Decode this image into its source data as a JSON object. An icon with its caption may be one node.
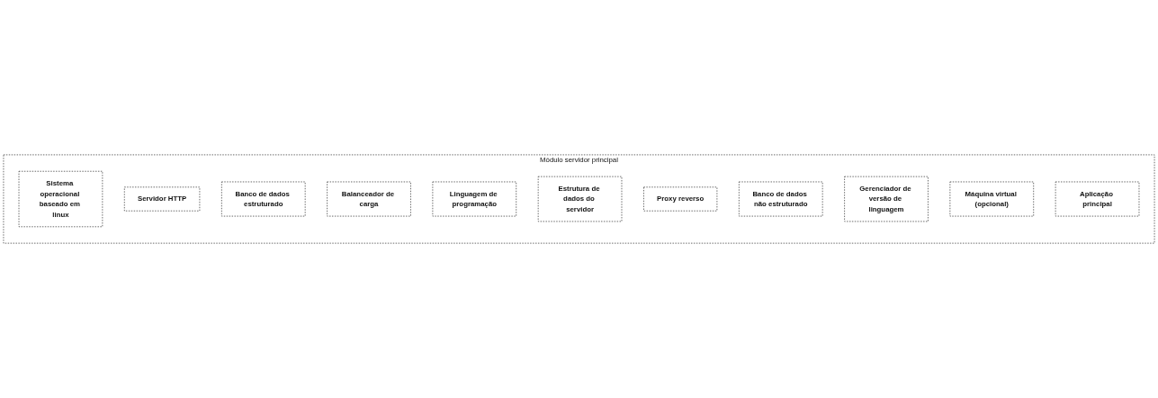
{
  "diagram": {
    "nodes": [
      {
        "text": [
          "Módulo servidor principal"
        ]
      },
      {
        "text": [
          "Sistema operacional baseado em linux"
        ],
        "in": 0
      },
      {
        "text": [
          "Servidor HTTP"
        ],
        "in": 0
      },
      {
        "text": [
          "Banco de dados estruturado"
        ],
        "in": 0
      },
      {
        "text": [
          "Balanceador de carga"
        ],
        "in": 0
      },
      {
        "text": [
          "Linguagem de programação"
        ],
        "in": 0
      },
      {
        "text": [
          "Estrutura de dados do servidor"
        ],
        "in": 0
      },
      {
        "text": [
          "Proxy reverso"
        ],
        "in": 0
      },
      {
        "text": [
          "Banco de dados não estruturado"
        ],
        "in": 0
      },
      {
        "text": [
          "Gerenciador de versão de linguagem"
        ],
        "in": 0
      },
      {
        "text": [
          "Máquina virtual (opcional)"
        ],
        "in": 0
      },
      {
        "text": [
          "Aplicação principal"
        ],
        "in": 0
      }
    ]
  }
}
